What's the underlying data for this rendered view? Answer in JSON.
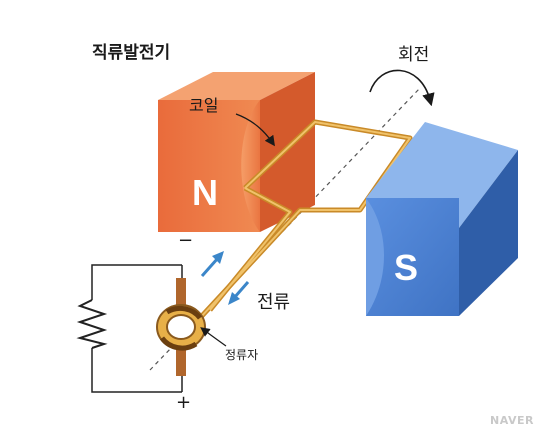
{
  "title": "직류발전기",
  "labels": {
    "rotation": "회전",
    "coil": "코일",
    "current": "전류",
    "commutator": "정류자",
    "minus": "−",
    "plus": "+"
  },
  "magnets": {
    "north": {
      "letter": "N",
      "color": "#e2673a"
    },
    "south": {
      "letter": "S",
      "color": "#4a7fd1"
    }
  },
  "colors": {
    "wire": "#d9a441",
    "current_arrow": "#3b86c9",
    "resistor": "#222222"
  },
  "watermark": "NAVER"
}
